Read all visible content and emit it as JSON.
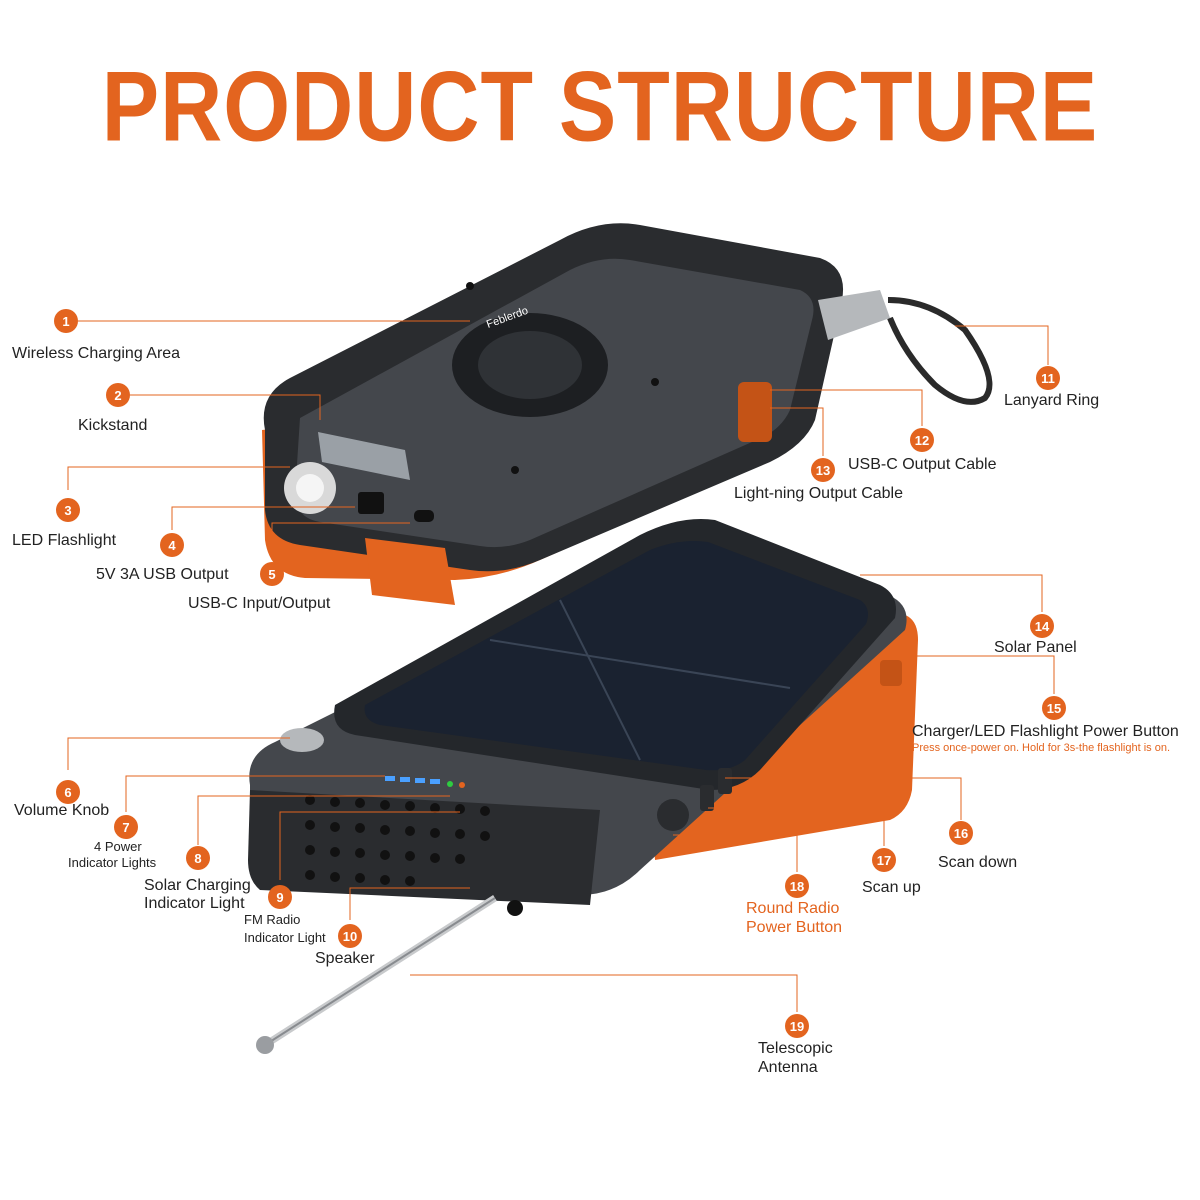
{
  "title": "PRODUCT STRUCTURE",
  "device": {
    "brand_text": "Feblerdo"
  },
  "colors": {
    "accent": "#e3641f",
    "body_dark": "#2c2f33",
    "panel_gray": "#4a4e54"
  },
  "callouts": [
    {
      "num": "1",
      "label": "Wireless Charging Area"
    },
    {
      "num": "2",
      "label": "Kickstand"
    },
    {
      "num": "3",
      "label": "LED Flashlight"
    },
    {
      "num": "4",
      "label": "5V 3A USB Output"
    },
    {
      "num": "5",
      "label": "USB-C Input/Output"
    },
    {
      "num": "6",
      "label": "Volume Knob"
    },
    {
      "num": "7",
      "label_line1": "4 Power",
      "label_line2": "Indicator Lights"
    },
    {
      "num": "8",
      "label_line1": "Solar Charging",
      "label_line2": "Indicator Light"
    },
    {
      "num": "9",
      "label_line1": "FM Radio",
      "label_line2": "Indicator Light"
    },
    {
      "num": "10",
      "label": "Speaker"
    },
    {
      "num": "11",
      "label": "Lanyard Ring"
    },
    {
      "num": "12",
      "label": "USB-C Output Cable"
    },
    {
      "num": "13",
      "label": "Light-ning Output Cable"
    },
    {
      "num": "14",
      "label": "Solar Panel"
    },
    {
      "num": "15",
      "label": "Charger/LED Flashlight Power Button",
      "note": "Press once-power on. Hold for 3s-the flashlight is on."
    },
    {
      "num": "16",
      "label": "Scan down"
    },
    {
      "num": "17",
      "label": "Scan up"
    },
    {
      "num": "18",
      "label_line1": "Round Radio",
      "label_line2": "Power Button"
    },
    {
      "num": "19",
      "label_line1": "Telescopic",
      "label_line2": "Antenna"
    }
  ]
}
